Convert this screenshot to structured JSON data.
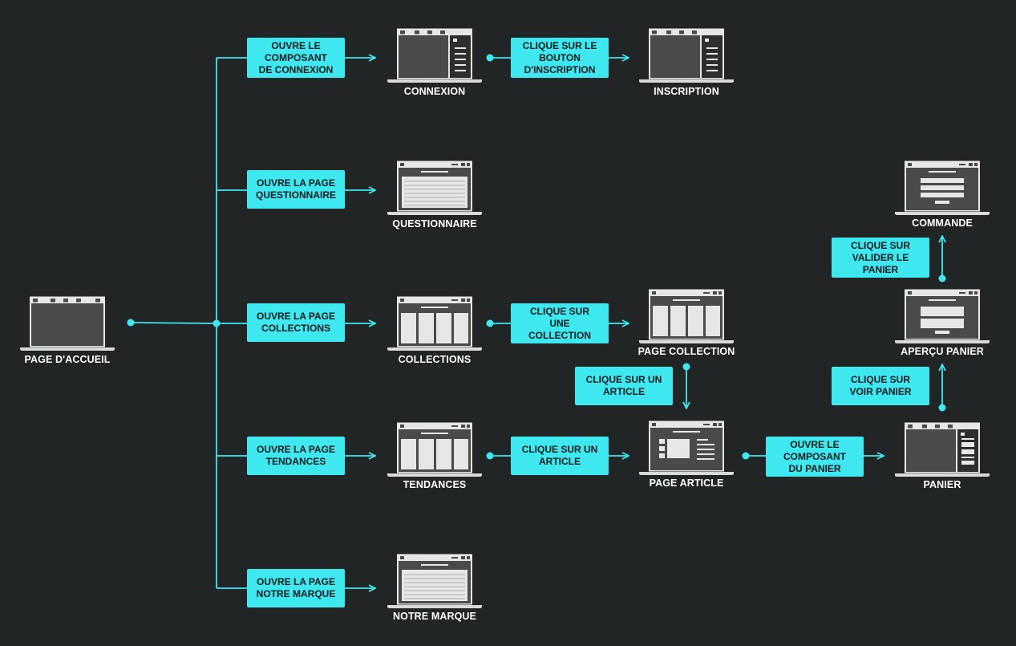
{
  "colors": {
    "background": "#222526",
    "accent": "#3fe7ef",
    "screen_dark": "#4a4a4a",
    "frame": "#e8e8e8"
  },
  "nodes": {
    "accueil": "PAGE D'ACCUEIL",
    "connexion": "CONNEXION",
    "inscription": "INSCRIPTION",
    "questionnaire": "QUESTIONNAIRE",
    "collections": "COLLECTIONS",
    "page_collection": "PAGE COLLECTION",
    "tendances": "TENDANCES",
    "page_article": "PAGE ARTICLE",
    "panier": "PANIER",
    "apercu_panier": "APERÇU PANIER",
    "commande": "COMMANDE",
    "notre_marque": "NOTRE MARQUE"
  },
  "actions": {
    "ouvre_connexion": "OUVRE LE\nCOMPOSANT\nDE CONNEXION",
    "clique_inscription": "CLIQUE SUR LE\nBOUTON\nD'INSCRIPTION",
    "ouvre_questionnaire": "OUVRE LA PAGE\nQUESTIONNAIRE",
    "ouvre_collections": "OUVRE LA PAGE\nCOLLECTIONS",
    "clique_collection": "CLIQUE SUR\nUNE\nCOLLECTION",
    "clique_article_1": "CLIQUE SUR UN\nARTICLE",
    "ouvre_tendances": "OUVRE LA PAGE\nTENDANCES",
    "clique_article_2": "CLIQUE SUR UN\nARTICLE",
    "ouvre_panier": "OUVRE LE\nCOMPOSANT\nDU PANIER",
    "voir_panier": "CLIQUE SUR\nVOIR PANIER",
    "valider_panier": "CLIQUE SUR\nVALIDER LE\nPANIER",
    "ouvre_marque": "OUVRE LA PAGE\nNOTRE MARQUE"
  }
}
